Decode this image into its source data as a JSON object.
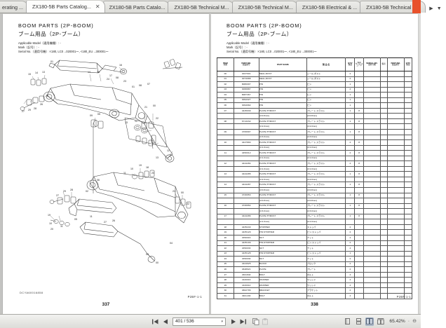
{
  "window": {
    "tabs": [
      {
        "label": "erating ...",
        "active": false,
        "closable": false
      },
      {
        "label": "ZX180-5B Parts Catalog...",
        "active": true,
        "closable": true
      },
      {
        "label": "ZX180-5B Parts Catalo...",
        "active": false,
        "closable": false
      },
      {
        "label": "ZX180-5B Technical M...",
        "active": false,
        "closable": false
      },
      {
        "label": "ZX180-5B Technical M...",
        "active": false,
        "closable": false
      },
      {
        "label": "ZX180-5B Electrical & ...",
        "active": false,
        "closable": false
      },
      {
        "label": "ZX180-5B Technical M...",
        "active": false,
        "closable": false
      }
    ],
    "tab_nav_next": "▶",
    "tab_nav_menu": "▼",
    "tab_close_glyph": "✕",
    "accent_color": "#e8512b"
  },
  "left_page": {
    "title_en": "BOOM PARTS  (2P-BOOM)",
    "title_jp": "ブーム用品（2P-ブーム）",
    "meta_line1": "Applicable Model（適用機種）: -",
    "meta_line2": "Mark（記号）: -",
    "meta_line3": "Serial No.（適用号機）:<180, LC0→020001〜, <180_EU→300001〜",
    "drawing_code": "DCYA60016858",
    "page_number": "337",
    "page_ref": "P2BF-1-1"
  },
  "right_page": {
    "title_en": "BOOM PARTS  (2P-BOOM)",
    "title_jp": "ブーム用品（2P-ブーム）",
    "meta_line1": "Applicable Model（適用機種）: -",
    "meta_line2": "Mark（記号）: -",
    "meta_line3": "Serial No.（適用号機）:<180, LC0→020001〜, <180_EU→300001〜",
    "page_number": "338",
    "page_ref": "P2BF-1-1",
    "table": {
      "headers": {
        "item": "ITEM",
        "item_sub": "項番",
        "part_no": "PART NO.",
        "part_no_sub": "製品番号",
        "part_name": "PART NAME",
        "part_name_jp": "製  品  名",
        "qty": "Q'TY",
        "qty_sub": "数量",
        "sc": "S.C",
        "sc_sub": "サービスコード",
        "serial": "SERIAL NO.",
        "serial_sub": "適用号機",
        "remarks": "備考",
        "replaceable": "REPLACEABLE PART",
        "replaceable_sub": "代 替 製 品",
        "rep_part_no": "PART NO.",
        "rep_part_no_sub": "製品番号",
        "rep_qty": "Q'TY",
        "rep_qty_sub": "数量"
      },
      "rows": [
        {
          "item": "00",
          "part_no": "4047601",
          "name": "SEAL;DUST",
          "jname": "シール;ダスト",
          "qty": "2",
          "sc": "",
          "group": true
        },
        {
          "item": "01",
          "part_no": "4074088",
          "name": "SEAL;DUST",
          "jname": "シール;ダスト",
          "qty": "2",
          "sc": ""
        },
        {
          "item": "02",
          "part_no": "8080097",
          "name": "PIN",
          "jname": "ピン",
          "qty": "1",
          "sc": ""
        },
        {
          "item": "03",
          "part_no": "3095887",
          "name": "PIN",
          "jname": "ピン",
          "qty": "2",
          "sc": ""
        },
        {
          "item": "04",
          "part_no": "8087367",
          "name": "PIN",
          "jname": "ピン",
          "qty": "1",
          "sc": ""
        },
        {
          "item": "05",
          "part_no": "3094327",
          "name": "PIN",
          "jname": "ピン",
          "qty": "1",
          "sc": ""
        },
        {
          "item": "06",
          "part_no": "3094682",
          "name": "PIN",
          "jname": "ピン",
          "qty": "1",
          "sc": ""
        },
        {
          "item": "07",
          "part_no": "4445039",
          "name": "PLATE;THRUST",
          "jname": "プレート;スラスト",
          "qty": "1",
          "sc": "8"
        },
        {
          "item": "",
          "part_no": "",
          "name": "(t=0.8mm)",
          "jname": "(t=0.8mm)",
          "qty": "",
          "sc": ""
        },
        {
          "item": "08",
          "part_no": "6713232",
          "name": "PLATE;THRUST",
          "jname": "プレート;スラスト",
          "qty": "1",
          "sc": "8",
          "group": true
        },
        {
          "item": "",
          "part_no": "",
          "name": "(t=2.0mm)",
          "jname": "(t=2.0mm)",
          "qty": "",
          "sc": ""
        },
        {
          "item": "09",
          "part_no": "4706697",
          "name": "PLATE;THRUST",
          "jname": "プレート;スラスト",
          "qty": "1",
          "sc": "8",
          "group": true
        },
        {
          "item": "",
          "part_no": "",
          "name": "(t=3.0mm)",
          "jname": "(t=3.0mm)",
          "qty": "",
          "sc": ""
        },
        {
          "item": "10",
          "part_no": "4447890",
          "name": "PLATE;THRUST",
          "jname": "プレート;スラスト",
          "qty": "2",
          "sc": "8"
        },
        {
          "item": "",
          "part_no": "",
          "name": "(t=1.0mm)",
          "jname": "(t=1.0mm)",
          "qty": "",
          "sc": ""
        },
        {
          "item": "11",
          "part_no": "4450012",
          "name": "PLATE;THRUST",
          "jname": "プレート;スラスト",
          "qty": "2",
          "sc": "8",
          "group": true
        },
        {
          "item": "",
          "part_no": "",
          "name": "(t=1.0mm)",
          "jname": "(t=1.0mm)",
          "qty": "",
          "sc": ""
        },
        {
          "item": "12",
          "part_no": "4444284",
          "name": "PLATE;THRUST",
          "jname": "プレート;スラスト",
          "qty": "2",
          "sc": "8"
        },
        {
          "item": "",
          "part_no": "",
          "name": "(t=1.0mm)",
          "jname": "(t=1.0mm)",
          "qty": "",
          "sc": ""
        },
        {
          "item": "13",
          "part_no": "4444285",
          "name": "PLATE;THRUST",
          "jname": "プレート;スラスト",
          "qty": "1",
          "sc": "8",
          "group": true
        },
        {
          "item": "",
          "part_no": "",
          "name": "(t=2.0mm)",
          "jname": "(t=2.0mm)",
          "qty": "",
          "sc": ""
        },
        {
          "item": "14",
          "part_no": "4444287",
          "name": "PLATE;THRUST",
          "jname": "プレート;スラスト",
          "qty": "1",
          "sc": "8"
        },
        {
          "item": "",
          "part_no": "",
          "name": "(t=0.8mm)",
          "jname": "(t=0.8mm)",
          "qty": "",
          "sc": ""
        },
        {
          "item": "15",
          "part_no": "4726653",
          "name": "PLATE;THRUST",
          "jname": "プレート;スラスト",
          "qty": "1",
          "sc": "8"
        },
        {
          "item": "",
          "part_no": "",
          "name": "(t=0.8mm)",
          "jname": "(t=0.8mm)",
          "qty": "",
          "sc": ""
        },
        {
          "item": "16",
          "part_no": "4726654",
          "name": "PLATE;THRUST",
          "jname": "プレート;スラスト",
          "qty": "1",
          "sc": "8"
        },
        {
          "item": "",
          "part_no": "",
          "name": "(t=3.0mm)",
          "jname": "(t=3.0mm)",
          "qty": "",
          "sc": ""
        },
        {
          "item": "17",
          "part_no": "4444286",
          "name": "PLATE;THRUST",
          "jname": "プレート;スラスト",
          "qty": "1",
          "sc": "8"
        },
        {
          "item": "",
          "part_no": "",
          "name": "(t=1.0mm)",
          "jname": "(t=1.0mm)",
          "qty": "",
          "sc": ""
        },
        {
          "item": "18",
          "part_no": "4435240",
          "name": "STOPPER",
          "jname": "ストッパ",
          "qty": "2",
          "sc": "",
          "group": true
        },
        {
          "item": "19",
          "part_no": "4435129",
          "name": "PIN;STOPPER",
          "jname": "ピン;ストッパ",
          "qty": "2",
          "sc": "",
          "group": true
        },
        {
          "item": "20",
          "part_no": "J050016",
          "name": "NUT",
          "jname": "ナット",
          "qty": "4",
          "sc": ""
        },
        {
          "item": "21",
          "part_no": "4435109",
          "name": "PIN;STOPPER",
          "jname": "ピン;ストッパ",
          "qty": "2",
          "sc": ""
        },
        {
          "item": "22",
          "part_no": "J050033",
          "name": "NUT",
          "jname": "ナット",
          "qty": "4",
          "sc": ""
        },
        {
          "item": "23",
          "part_no": "4435128",
          "name": "PIN;STOPPER",
          "jname": "ピン;ストッパ",
          "qty": "1",
          "sc": "",
          "group": true
        },
        {
          "item": "24",
          "part_no": "J050030",
          "name": "NUT",
          "jname": "ナット",
          "qty": "2",
          "sc": ""
        },
        {
          "item": "25",
          "part_no": "4424625",
          "name": "BLOCK",
          "jname": "ブロック",
          "qty": "2",
          "sc": ""
        },
        {
          "item": "26",
          "part_no": "4648621",
          "name": "PLATE",
          "jname": "プレート",
          "qty": "2",
          "sc": ""
        },
        {
          "item": "27",
          "part_no": "J601840",
          "name": "BOLT",
          "jname": "ボルト",
          "qty": "4",
          "sc": ""
        },
        {
          "item": "28",
          "part_no": "J220016",
          "name": "WASHER",
          "jname": "ワッシャ",
          "qty": "4",
          "sc": ""
        },
        {
          "item": "29",
          "part_no": "J220014",
          "name": "WASHER",
          "jname": "ワッシャ",
          "qty": "4",
          "sc": ""
        },
        {
          "item": "30",
          "part_no": "4602796",
          "name": "BRACKET",
          "jname": "ブラケット",
          "qty": "2",
          "sc": ""
        },
        {
          "item": "31",
          "part_no": "J901430",
          "name": "BOLT",
          "jname": "ボルト",
          "qty": "4",
          "sc": ""
        }
      ]
    }
  },
  "toolbar": {
    "first_page_icon": "❘◀",
    "prev_page_icon": "◀",
    "page_value": "401 / 536",
    "page_dropdown_icon": "▾",
    "next_page_icon": "▶",
    "last_page_icon": "▶❘",
    "copy_icon": "copy-icon",
    "paste_icon": "paste-icon",
    "view_single_icon": "single-page-view-icon",
    "view_continuous_icon": "continuous-view-icon",
    "view_facing_icon": "facing-page-view-icon",
    "view_facing_cover_icon": "facing-cover-view-icon",
    "zoom_value": "65.42%",
    "zoom_out_icon": "⊖",
    "separator": "·"
  }
}
